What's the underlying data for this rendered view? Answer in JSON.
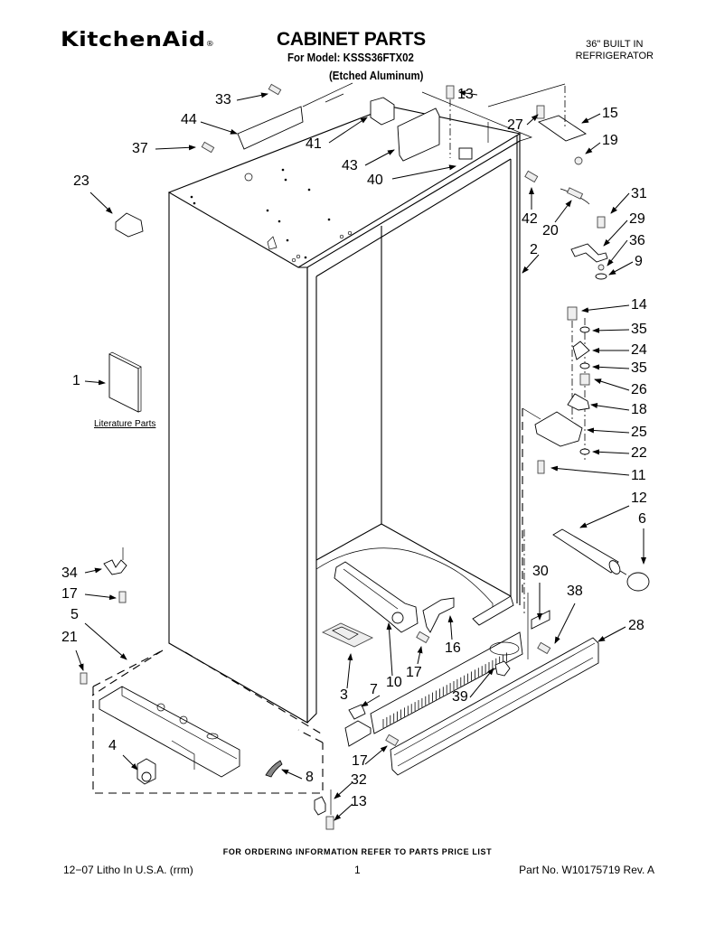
{
  "header": {
    "brand": "KitchenAid",
    "brand_mark": "®",
    "title": "CABINET PARTS",
    "model_line": "For Model: KSSS36FTX02",
    "finish_line": "(Etched Aluminum)",
    "product_line1": "36\" BUILT IN",
    "product_line2": "REFRIGERATOR"
  },
  "diagram": {
    "literature_label": "Literature Parts",
    "callouts": [
      {
        "id": "c33",
        "label": "33"
      },
      {
        "id": "c44",
        "label": "44"
      },
      {
        "id": "c37",
        "label": "37"
      },
      {
        "id": "c23",
        "label": "23"
      },
      {
        "id": "c41",
        "label": "41"
      },
      {
        "id": "c43",
        "label": "43"
      },
      {
        "id": "c40",
        "label": "40"
      },
      {
        "id": "c13a",
        "label": "13"
      },
      {
        "id": "c27",
        "label": "27"
      },
      {
        "id": "c15",
        "label": "15"
      },
      {
        "id": "c19",
        "label": "19"
      },
      {
        "id": "c42",
        "label": "42"
      },
      {
        "id": "c20",
        "label": "20"
      },
      {
        "id": "c31",
        "label": "31"
      },
      {
        "id": "c29",
        "label": "29"
      },
      {
        "id": "c36",
        "label": "36"
      },
      {
        "id": "c9",
        "label": "9"
      },
      {
        "id": "c2",
        "label": "2"
      },
      {
        "id": "c14",
        "label": "14"
      },
      {
        "id": "c35a",
        "label": "35"
      },
      {
        "id": "c24",
        "label": "24"
      },
      {
        "id": "c35b",
        "label": "35"
      },
      {
        "id": "c26",
        "label": "26"
      },
      {
        "id": "c18",
        "label": "18"
      },
      {
        "id": "c25",
        "label": "25"
      },
      {
        "id": "c22",
        "label": "22"
      },
      {
        "id": "c11",
        "label": "11"
      },
      {
        "id": "c12",
        "label": "12"
      },
      {
        "id": "c6",
        "label": "6"
      },
      {
        "id": "c1",
        "label": "1"
      },
      {
        "id": "c34",
        "label": "34"
      },
      {
        "id": "c17a",
        "label": "17"
      },
      {
        "id": "c5",
        "label": "5"
      },
      {
        "id": "c21",
        "label": "21"
      },
      {
        "id": "c4",
        "label": "4"
      },
      {
        "id": "c8",
        "label": "8"
      },
      {
        "id": "c3",
        "label": "3"
      },
      {
        "id": "c10",
        "label": "10"
      },
      {
        "id": "c17b",
        "label": "17"
      },
      {
        "id": "c16",
        "label": "16"
      },
      {
        "id": "c7",
        "label": "7"
      },
      {
        "id": "c17c",
        "label": "17"
      },
      {
        "id": "c30",
        "label": "30"
      },
      {
        "id": "c38",
        "label": "38"
      },
      {
        "id": "c28",
        "label": "28"
      },
      {
        "id": "c39",
        "label": "39"
      },
      {
        "id": "c32",
        "label": "32"
      },
      {
        "id": "c13b",
        "label": "13"
      }
    ]
  },
  "footer": {
    "order_note": "FOR ORDERING INFORMATION REFER TO PARTS PRICE LIST",
    "litho": "12−07 Litho In U.S.A. (rrm)",
    "page_number": "1",
    "part_number": "Part No. W10175719 Rev. A"
  }
}
